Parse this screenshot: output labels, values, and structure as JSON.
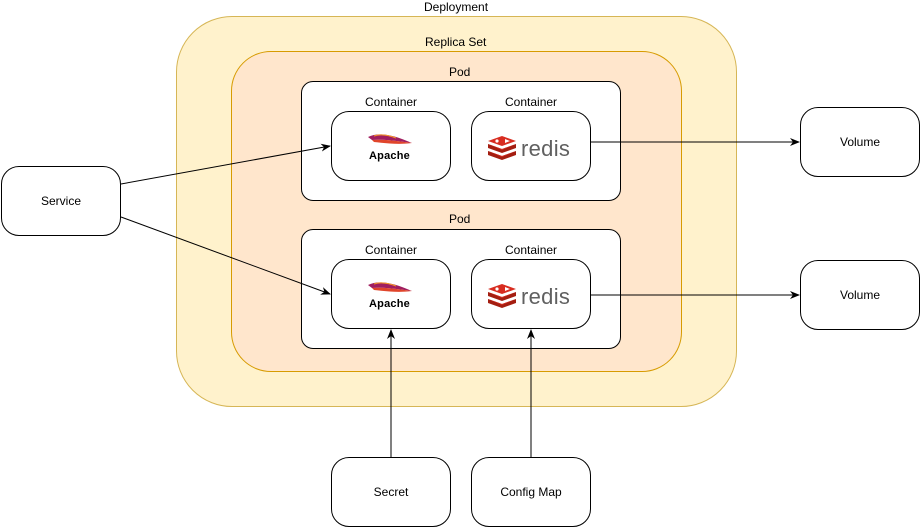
{
  "deployment": {
    "label": "Deployment"
  },
  "replica_set": {
    "label": "Replica Set"
  },
  "pods": [
    {
      "label": "Pod",
      "containers": [
        {
          "label": "Container",
          "logo": "Apache"
        },
        {
          "label": "Container",
          "logo": "redis"
        }
      ]
    },
    {
      "label": "Pod",
      "containers": [
        {
          "label": "Container",
          "logo": "Apache"
        },
        {
          "label": "Container",
          "logo": "redis"
        }
      ]
    }
  ],
  "service": {
    "label": "Service"
  },
  "volumes": [
    {
      "label": "Volume"
    },
    {
      "label": "Volume"
    }
  ],
  "secret": {
    "label": "Secret"
  },
  "config_map": {
    "label": "Config Map"
  },
  "colors": {
    "deployment_fill": "#fff2cc",
    "deployment_border": "#d6b656",
    "replica_set_fill": "#ffe6cc",
    "replica_set_border": "#d79b00",
    "redis_red": "#d82c20",
    "apache_feather": "#a01e5f"
  }
}
